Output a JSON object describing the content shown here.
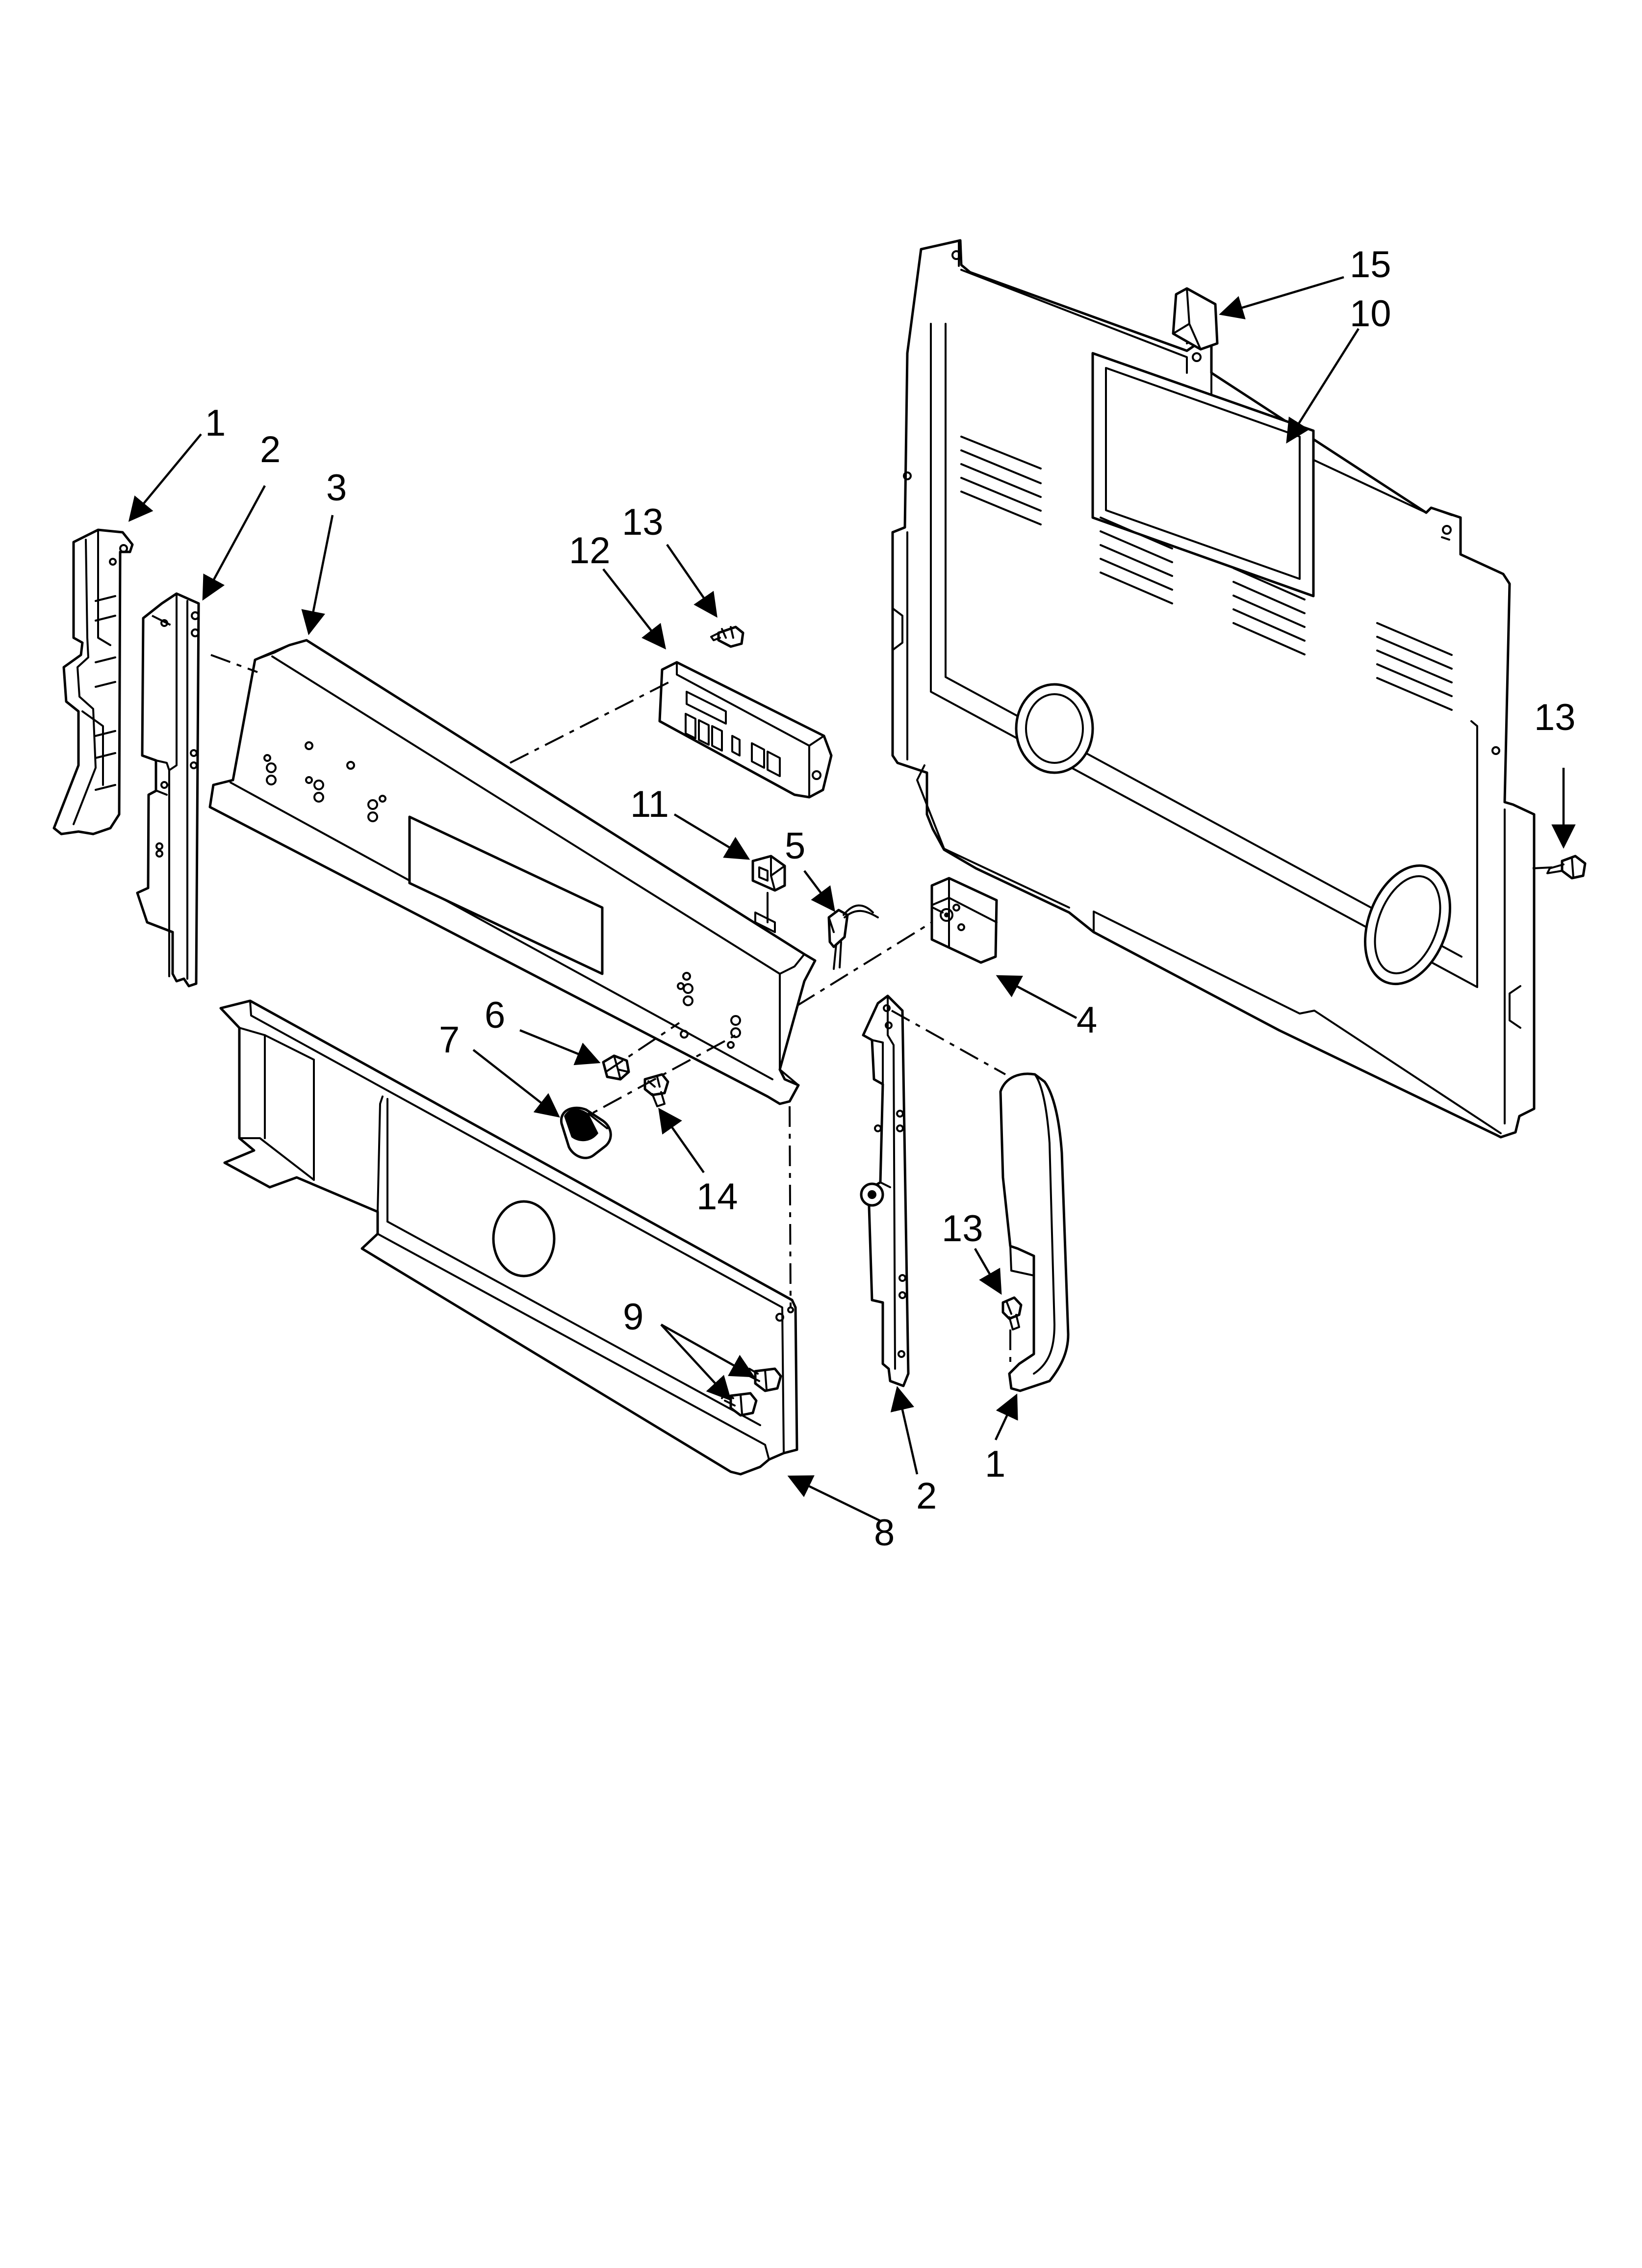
{
  "callouts": {
    "c1_left": "1",
    "c2_left": "2",
    "c3": "3",
    "c12": "12",
    "c13_top": "13",
    "c11": "11",
    "c5": "5",
    "c6": "6",
    "c7": "7",
    "c14": "14",
    "c9": "9",
    "c8": "8",
    "c4": "4",
    "c15": "15",
    "c10": "10",
    "c13_right": "13",
    "c13_lower": "13",
    "c2_right": "2",
    "c1_right": "1"
  },
  "colors": {
    "line": "#000000",
    "background": "#ffffff"
  }
}
